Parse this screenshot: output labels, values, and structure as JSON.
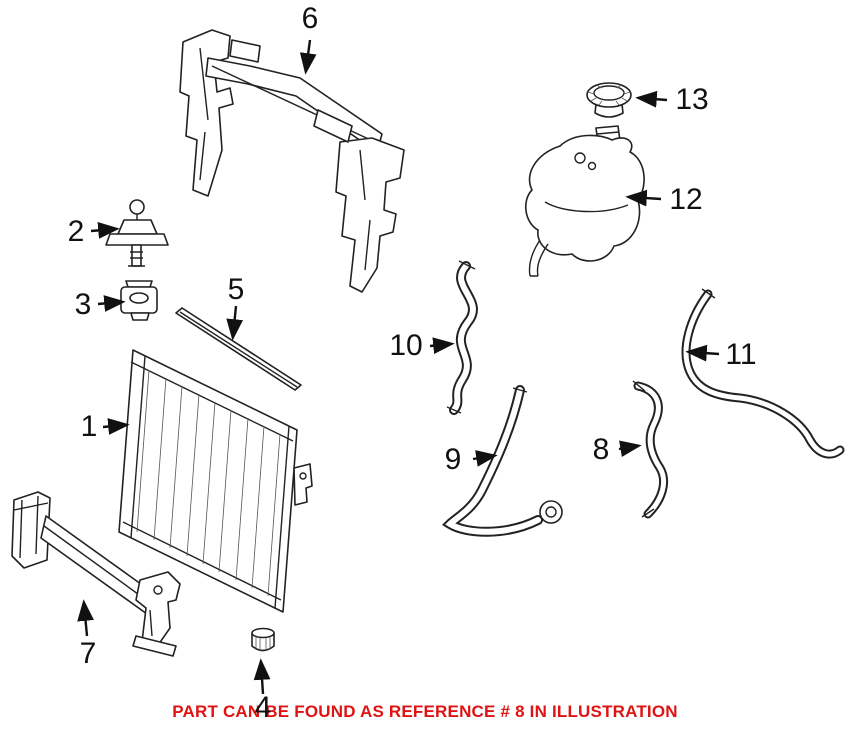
{
  "diagram": {
    "labels": [
      {
        "ref": "1"
      },
      {
        "ref": "2"
      },
      {
        "ref": "3"
      },
      {
        "ref": "4"
      },
      {
        "ref": "5"
      },
      {
        "ref": "6"
      },
      {
        "ref": "7"
      },
      {
        "ref": "8"
      },
      {
        "ref": "9"
      },
      {
        "ref": "10"
      },
      {
        "ref": "11"
      },
      {
        "ref": "12"
      },
      {
        "ref": "13"
      }
    ],
    "caption": {
      "text": "PART CAN BE FOUND AS REFERENCE # 8 IN ILLUSTRATION",
      "color": "#e01313"
    },
    "line_color": "#222222",
    "background": "#ffffff"
  }
}
